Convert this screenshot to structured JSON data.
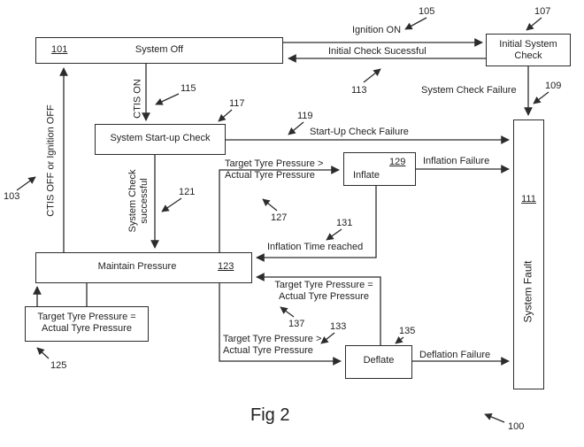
{
  "figure": {
    "caption": "Fig 2",
    "ref": "100"
  },
  "states": {
    "system_off": {
      "ref": "101",
      "label": "System Off"
    },
    "initial_system_check": {
      "ref": "107",
      "label": "Initial System Check"
    },
    "system_startup_check": {
      "ref": "117",
      "label": "System Start-up Check"
    },
    "system_fault": {
      "ref": "111",
      "label": "System Fault"
    },
    "maintain_pressure": {
      "ref": "123",
      "label": "Maintain Pressure"
    },
    "inflate": {
      "ref": "129",
      "label": "Inflate"
    },
    "deflate": {
      "ref": "135",
      "label": "Deflate"
    }
  },
  "transitions": {
    "ignition_on": {
      "ref": "105",
      "label": "Ignition ON"
    },
    "initial_check_successful": {
      "ref": "113",
      "label": "Initial Check Sucessful"
    },
    "ctis_on": {
      "ref": "115",
      "label": "CTIS ON"
    },
    "ctis_off_or_ignition_off": {
      "ref": "103",
      "label": "CTIS OFF or Ignition OFF"
    },
    "system_check_failure": {
      "ref": "109",
      "label": "System Check Failure"
    },
    "startup_check_failure": {
      "ref": "119",
      "label": "Start-Up Check Failure"
    },
    "system_check_successful": {
      "ref": "121",
      "label": "System Check successful"
    },
    "target_gt_actual_to_inflate": {
      "ref": "127",
      "label": "Target Tyre Pressure > Actual Tyre Pressure"
    },
    "inflation_failure": {
      "label": "Inflation Failure"
    },
    "inflation_time_reached": {
      "ref": "131",
      "label": "Inflation Time reached"
    },
    "target_eq_actual_from_deflate": {
      "ref": "137",
      "label": "Target Tyre Pressure = Actual Tyre Pressure"
    },
    "target_gt_actual_to_deflate": {
      "ref": "133",
      "label": "Target Tyre Pressure > Actual Tyre Pressure"
    },
    "deflation_failure": {
      "label": "Deflation Failure"
    },
    "target_eq_actual_self_loop": {
      "ref": "125",
      "label": "Target Tyre Pressure = Actual Tyre Pressure"
    }
  }
}
